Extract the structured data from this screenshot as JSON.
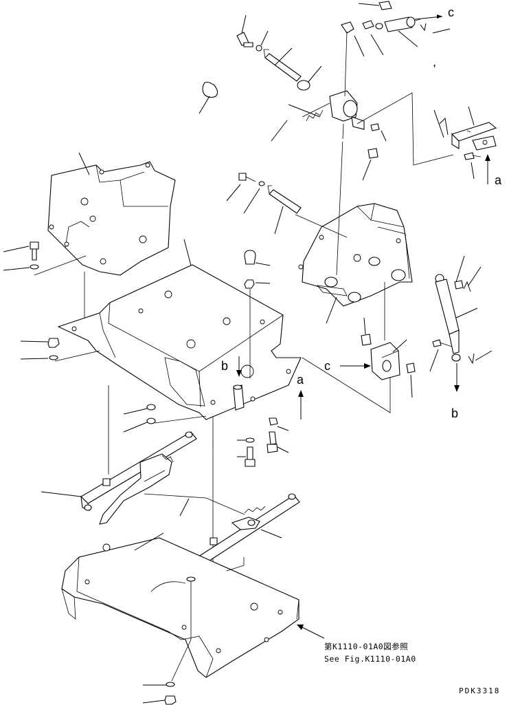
{
  "letters": {
    "c_top": "c",
    "a_right": "a",
    "c_mid": "c",
    "b_right": "b",
    "b_mid": "b",
    "a_mid": "a"
  },
  "reference": {
    "line_jp": "第K1110-01A0図参照",
    "line_en": "See Fig.K1110-01A0"
  },
  "drawing_code": "PDK3318",
  "comma_mark": ","
}
